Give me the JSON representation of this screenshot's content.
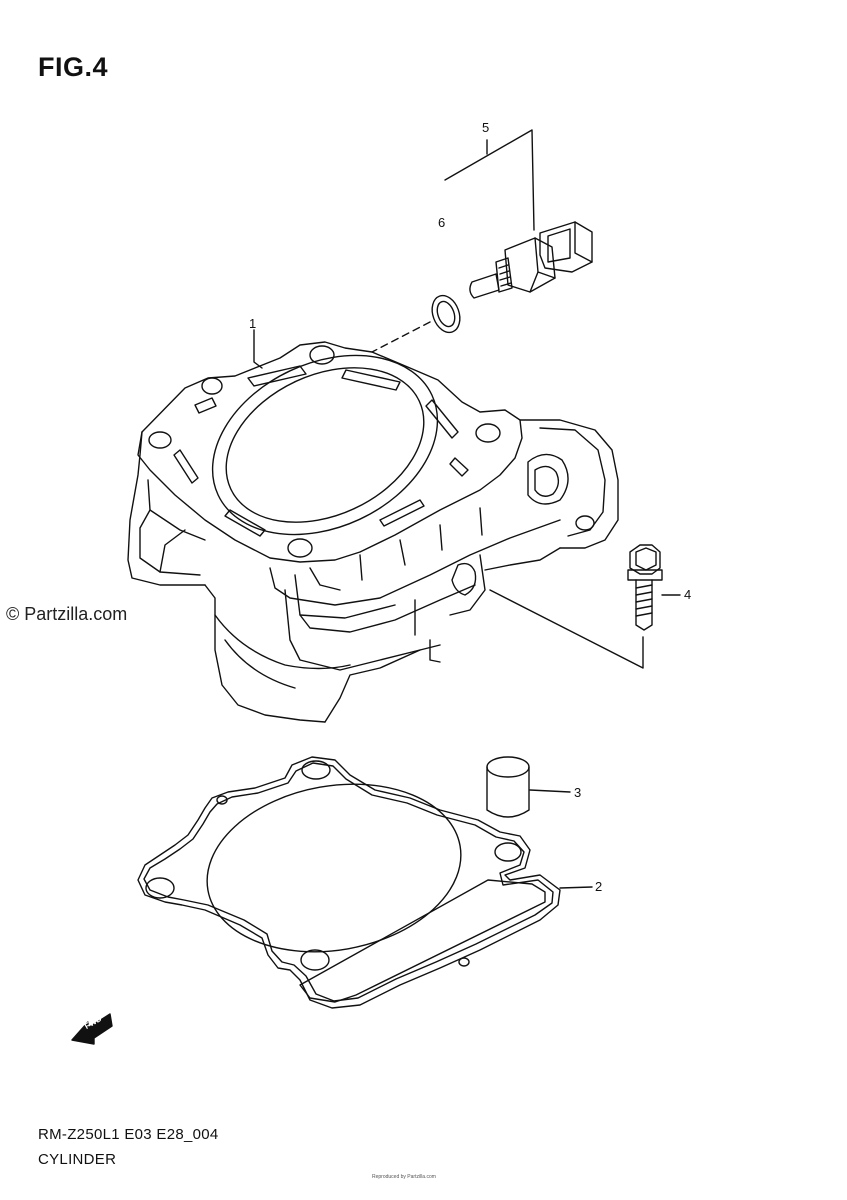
{
  "figure": {
    "title": "FIG.4"
  },
  "watermark": {
    "text": "© Partzilla.com"
  },
  "callouts": [
    "1",
    "2",
    "3",
    "4",
    "5",
    "6"
  ],
  "forward_marker": {
    "text": "FWD"
  },
  "footer": {
    "code": "RM-Z250L1 E03 E28_004",
    "name": "CYLINDER",
    "copyright": "Reproduced by Partzilla.com"
  }
}
